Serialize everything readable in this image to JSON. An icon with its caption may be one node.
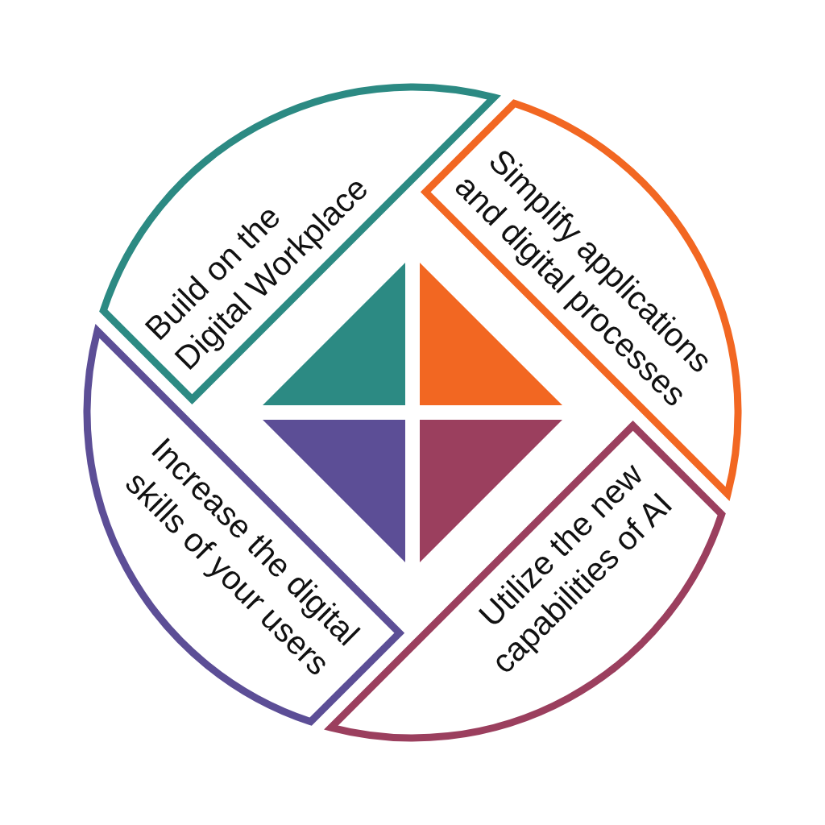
{
  "diagram": {
    "nodes": [
      {
        "text": [
          "Build on the Digital Workplace"
        ]
      },
      {
        "text": [
          "Simplify applications and digital processes"
        ]
      },
      {
        "text": [
          "Increase the digital skills of your users"
        ]
      },
      {
        "text": [
          "Utilize the new capabilities of AI"
        ]
      }
    ]
  }
}
